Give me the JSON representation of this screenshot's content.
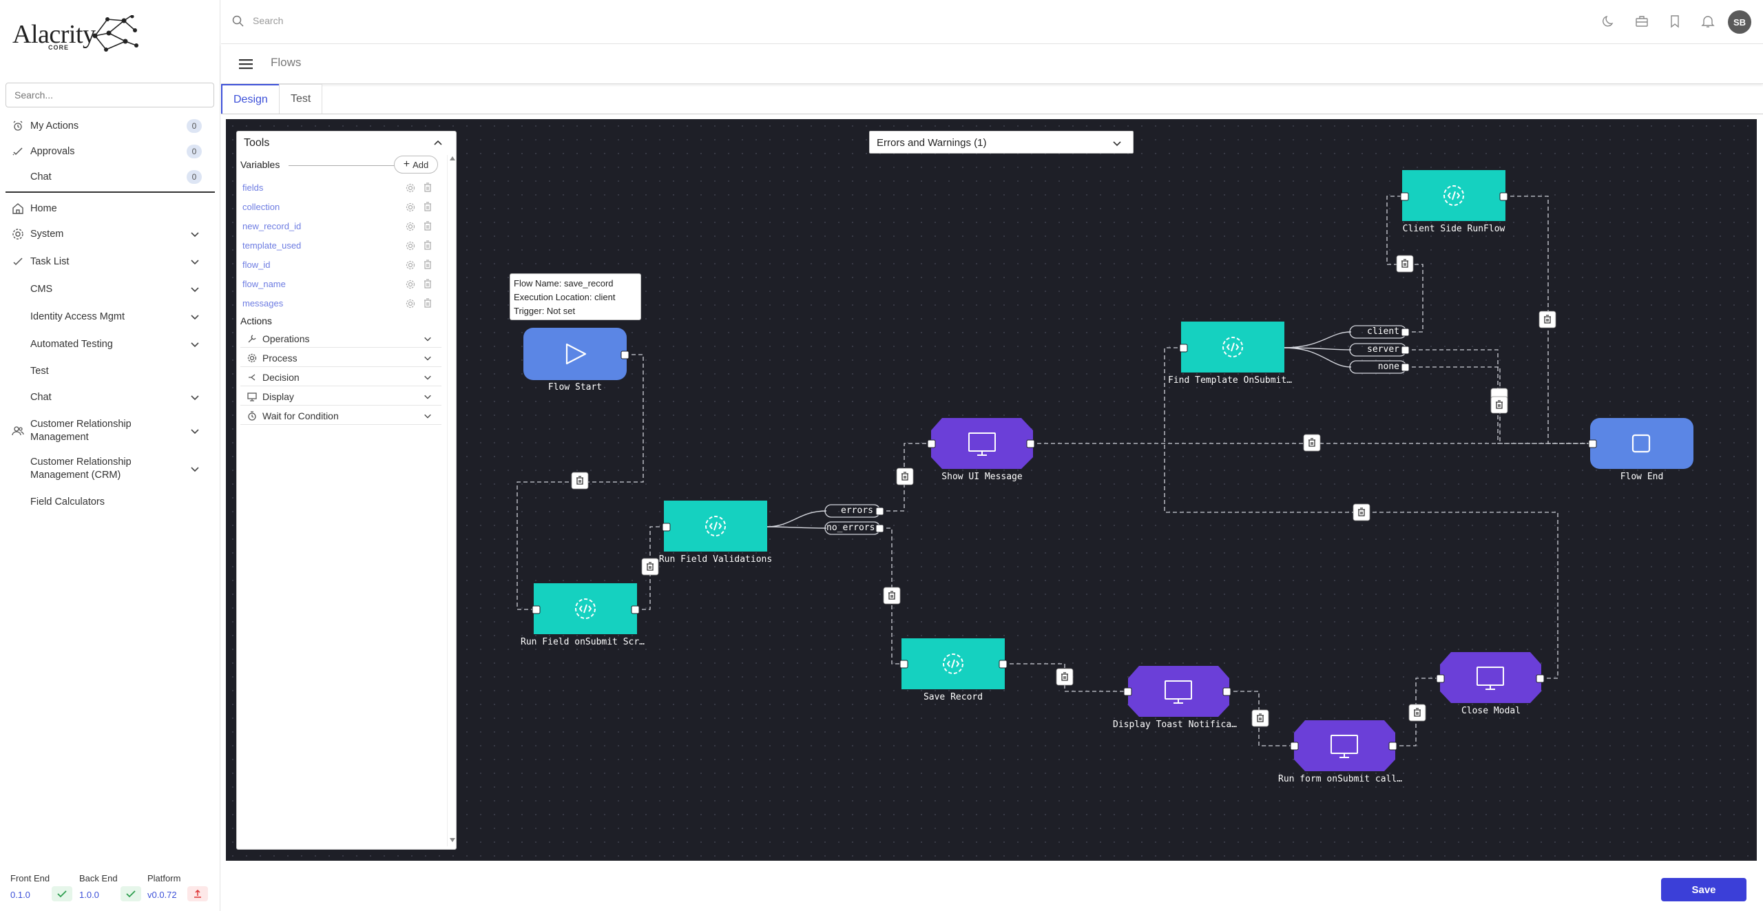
{
  "app": {
    "logo_text": "Alacrity",
    "logo_sub": "CORE"
  },
  "sidebar": {
    "search_placeholder": "Search...",
    "items": [
      {
        "label": "My Actions",
        "count": "0",
        "icon": "alarm-icon"
      },
      {
        "label": "Approvals",
        "count": "0",
        "icon": "check-icon"
      },
      {
        "label": "Chat",
        "count": "0",
        "icon": ""
      },
      {
        "label": "Home",
        "icon": "home-icon"
      },
      {
        "label": "System",
        "icon": "gear-icon"
      },
      {
        "label": "Task List",
        "icon": "check-icon"
      },
      {
        "label": "CMS"
      },
      {
        "label": "Identity Access Mgmt"
      },
      {
        "label": "Automated Testing"
      },
      {
        "label": "Test"
      },
      {
        "label": "Chat"
      },
      {
        "label": "Customer Relationship Management",
        "icon": "users-icon"
      },
      {
        "label": "Customer Relationship Management (CRM)"
      },
      {
        "label": "Field Calculators"
      }
    ]
  },
  "versions": [
    {
      "title": "Front End",
      "value": "0.1.0",
      "status": "ok"
    },
    {
      "title": "Back End",
      "value": "1.0.0",
      "status": "ok"
    },
    {
      "title": "Platform",
      "value": "v0.0.72",
      "status": "upload"
    }
  ],
  "topbar": {
    "search_placeholder": "Search",
    "avatar": "SB"
  },
  "breadcrumb": {
    "title": "Flows"
  },
  "tabs": [
    {
      "label": "Design",
      "active": true
    },
    {
      "label": "Test",
      "active": false
    }
  ],
  "tools": {
    "title": "Tools",
    "variables_heading": "Variables",
    "add_label": "Add",
    "variables": [
      "fields",
      "collection",
      "new_record_id",
      "template_used",
      "flow_id",
      "flow_name",
      "messages"
    ],
    "actions_heading": "Actions",
    "actions": [
      "Operations",
      "Process",
      "Decision",
      "Display",
      "Wait for Condition"
    ]
  },
  "errors_dropdown": {
    "label": "Errors and Warnings (1)"
  },
  "tooltip": {
    "flow_name": "Flow Name: save_record",
    "execution": "Execution Location: client",
    "trigger": "Trigger: Not set"
  },
  "nodes": {
    "flow_start": "Flow Start",
    "flow_end": "Flow End",
    "run_field_onsubmit": "Run Field onSubmit Scr…",
    "run_field_validations": "Run Field Validations",
    "show_ui_message": "Show UI Message",
    "save_record": "Save Record",
    "display_toast": "Display Toast Notifica…",
    "run_form_onsubmit": "Run form onSubmit call…",
    "close_modal": "Close Modal",
    "find_template": "Find Template OnSubmit…",
    "client_side_runflow": "Client Side RunFlow"
  },
  "ports": {
    "errors": "errors",
    "no_errors": "no_errors",
    "client": "client",
    "server": "server",
    "none": "none"
  },
  "colors": {
    "script_node": "#15d1c0",
    "display_node": "#6b3fd8",
    "terminal_node": "#5b86e5",
    "accent": "#3b3fd8",
    "canvas": "#1e1f27"
  },
  "footer": {
    "save_label": "Save"
  }
}
